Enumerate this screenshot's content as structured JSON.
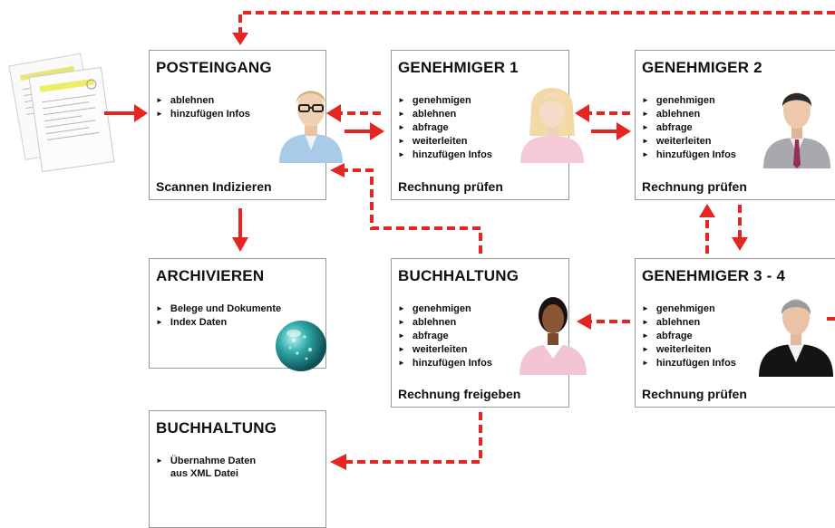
{
  "boxes": {
    "posteingang": {
      "title": "POSTEINGANG",
      "items": [
        "ablehnen",
        "hinzufügen Infos"
      ],
      "footer": "Scannen Indizieren"
    },
    "genehmiger1": {
      "title": "GENEHMIGER 1",
      "items": [
        "genehmigen",
        "ablehnen",
        "abfrage",
        "weiterleiten",
        "hinzufügen Infos"
      ],
      "footer": "Rechnung prüfen"
    },
    "genehmiger2": {
      "title": "GENEHMIGER 2",
      "items": [
        "genehmigen",
        "ablehnen",
        "abfrage",
        "weiterleiten",
        "hinzufügen Infos"
      ],
      "footer": "Rechnung prüfen"
    },
    "archivieren": {
      "title": "ARCHIVIEREN",
      "items": [
        "Belege und Dokumente",
        "Index Daten"
      ],
      "footer": ""
    },
    "buchhaltung1": {
      "title": "BUCHHALTUNG",
      "items": [
        "genehmigen",
        "ablehnen",
        "abfrage",
        "weiterleiten",
        "hinzufügen Infos"
      ],
      "footer": "Rechnung freigeben"
    },
    "genehmiger34": {
      "title": "GENEHMIGER 3 - 4",
      "items": [
        "genehmigen",
        "ablehnen",
        "abfrage",
        "weiterleiten",
        "hinzufügen Infos"
      ],
      "footer": "Rechnung prüfen"
    },
    "buchhaltung2": {
      "title": "BUCHHALTUNG",
      "items": [
        "Übernahme Daten"
      ],
      "items_cont": "aus XML Datei",
      "footer": ""
    }
  },
  "colors": {
    "arrow": "#e52521",
    "border": "#9a9a9a"
  },
  "icons": [
    "invoice-documents-icon",
    "man-glasses-icon",
    "blonde-woman-icon",
    "businessman-icon",
    "woman-dark-hair-icon",
    "gray-hair-man-icon",
    "glass-orb-icon"
  ]
}
